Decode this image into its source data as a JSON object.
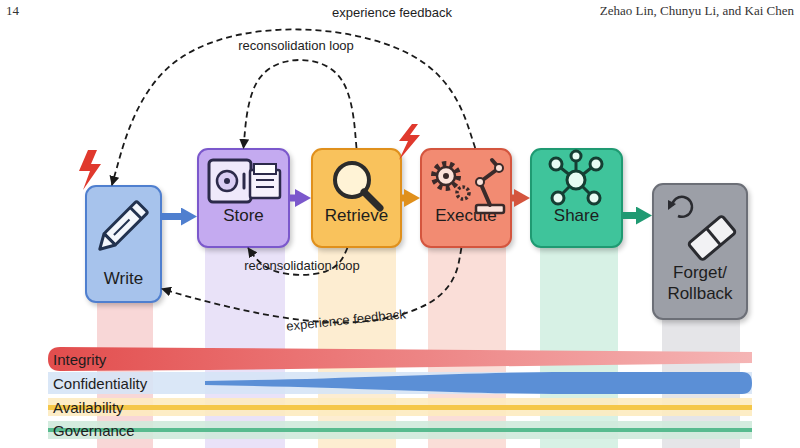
{
  "diagram": {
    "nodes": [
      {
        "text": [
          "Write"
        ]
      },
      {
        "text": [
          "Store"
        ]
      },
      {
        "text": [
          "Retrieve"
        ]
      },
      {
        "text": [
          "Execute"
        ]
      },
      {
        "text": [
          "Share"
        ]
      },
      {
        "text": [
          "Forget/ Rollback"
        ]
      },
      {
        "text": [
          "Integrity"
        ]
      },
      {
        "text": [
          "Confidentiality"
        ]
      },
      {
        "text": [
          "Availability"
        ]
      },
      {
        "text": [
          "Governance"
        ]
      }
    ],
    "edges": [
      {
        "from": 0,
        "to": 1,
        "arrow": "to"
      },
      {
        "from": 1,
        "to": 2,
        "arrow": "to"
      },
      {
        "from": 2,
        "to": 3,
        "arrow": "to"
      },
      {
        "from": 3,
        "to": 4,
        "arrow": "to"
      },
      {
        "from": 4,
        "to": 5,
        "arrow": "to"
      },
      {
        "from": 3,
        "to": 0,
        "label": "experience feedback",
        "arrow": "to"
      },
      {
        "from": 2,
        "to": 1,
        "label": "reconsolidation loop",
        "arrow": "to"
      },
      {
        "from": 2,
        "to": 1,
        "label": "reconsolidation loop",
        "arrow": "to"
      },
      {
        "from": 3,
        "to": 0,
        "label": "experience feedback",
        "arrow": "to"
      }
    ],
    "labels": [
      "14",
      "Zehao Lin, Chunyu Li, and Kai Chen"
    ]
  }
}
